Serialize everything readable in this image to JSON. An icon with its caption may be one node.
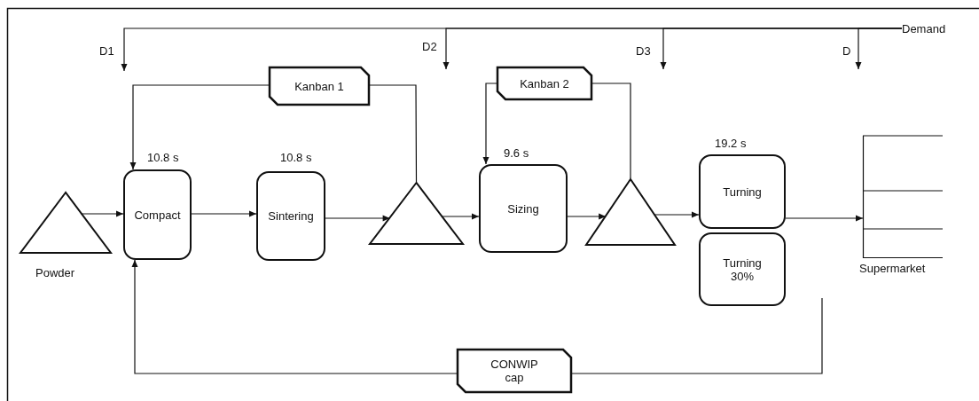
{
  "diagram": {
    "nodes": [
      {
        "text": [
          "Powder"
        ]
      },
      {
        "text": [
          "Compact"
        ],
        "beside": [
          "10.8 s"
        ]
      },
      {
        "text": [
          "Sintering"
        ],
        "beside": [
          "10.8 s"
        ]
      },
      {
        "text": [],
        "shape": "triangle"
      },
      {
        "text": [
          "Sizing"
        ],
        "beside": [
          "9.6 s"
        ]
      },
      {
        "text": [],
        "shape": "triangle"
      },
      {
        "text": [
          "Turning"
        ],
        "beside": [
          "19.2 s"
        ]
      },
      {
        "text": [
          "Turning 30%"
        ]
      },
      {
        "text": [
          "Supermarket"
        ]
      },
      {
        "text": [
          "Kanban 1"
        ]
      },
      {
        "text": [
          "Kanban 2"
        ]
      },
      {
        "text": [
          "CONWIP cap"
        ]
      },
      {
        "text": [
          "Demand"
        ]
      }
    ],
    "edges": [
      {
        "from": 0,
        "to": 1,
        "arrow": "to"
      },
      {
        "from": 1,
        "to": 2,
        "arrow": "to"
      },
      {
        "from": 2,
        "to": 3,
        "arrow": "to"
      },
      {
        "from": 3,
        "to": 4,
        "arrow": "to"
      },
      {
        "from": 4,
        "to": 5,
        "arrow": "to"
      },
      {
        "from": 5,
        "to": 6,
        "arrow": "to"
      },
      {
        "from": 6,
        "to": 8,
        "arrow": "to"
      },
      {
        "from": 3,
        "to": 9,
        "arrow": "none"
      },
      {
        "from": 9,
        "to": 1,
        "arrow": "to"
      },
      {
        "from": 5,
        "to": 10,
        "arrow": "none"
      },
      {
        "from": 10,
        "to": 4,
        "arrow": "to"
      },
      {
        "from": null,
        "to": 11,
        "arrow": "none"
      },
      {
        "from": 11,
        "to": 1,
        "arrow": "to"
      },
      {
        "from": 12,
        "to": null,
        "arrow": "to",
        "label": "D1"
      },
      {
        "from": 12,
        "to": null,
        "arrow": "to",
        "label": "D2"
      },
      {
        "from": 12,
        "to": null,
        "arrow": "to",
        "label": "D3"
      },
      {
        "from": 12,
        "to": null,
        "arrow": "to",
        "label": "D"
      }
    ]
  }
}
